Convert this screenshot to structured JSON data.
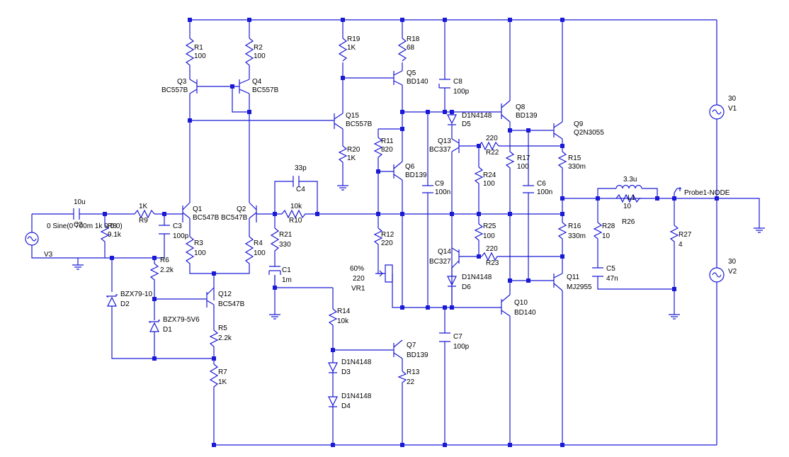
{
  "components": {
    "R1": {
      "ref": "R1",
      "val": "100"
    },
    "R2": {
      "ref": "R2",
      "val": "100"
    },
    "R3": {
      "ref": "R3",
      "val": "100"
    },
    "R4": {
      "ref": "R4",
      "val": "100"
    },
    "R5": {
      "ref": "R5",
      "val": "2.2k"
    },
    "R6": {
      "ref": "R6",
      "val": "2.2k"
    },
    "R7": {
      "ref": "R7",
      "val": "1K"
    },
    "R8": {
      "ref": "R8",
      "val": "9.1k"
    },
    "R9": {
      "ref": "R9",
      "val": "1K"
    },
    "R10": {
      "ref": "R10",
      "val": "10k"
    },
    "R11": {
      "ref": "R11",
      "val": "820"
    },
    "R12": {
      "ref": "R12",
      "val": "220"
    },
    "R13": {
      "ref": "R13",
      "val": "22"
    },
    "R14": {
      "ref": "R14",
      "val": "10k"
    },
    "R15": {
      "ref": "R15",
      "val": "330m"
    },
    "R16": {
      "ref": "R16",
      "val": "330m"
    },
    "R17": {
      "ref": "R17",
      "val": "100"
    },
    "R18": {
      "ref": "R18",
      "val": "68"
    },
    "R19": {
      "ref": "R19",
      "val": "1K"
    },
    "R20": {
      "ref": "R20",
      "val": "1K"
    },
    "R21": {
      "ref": "R21",
      "val": "330"
    },
    "R22": {
      "ref": "R22",
      "val": "220"
    },
    "R23": {
      "ref": "R23",
      "val": "220"
    },
    "R24": {
      "ref": "R24",
      "val": "100"
    },
    "R25": {
      "ref": "R25",
      "val": "100"
    },
    "R26": {
      "ref": "R26",
      "val": "10"
    },
    "R27": {
      "ref": "R27",
      "val": "4"
    },
    "R28": {
      "ref": "R28",
      "val": "10"
    },
    "C1": {
      "ref": "C1",
      "val": "1m"
    },
    "C2": {
      "ref": "C2",
      "val": "10u"
    },
    "C3": {
      "ref": "C3",
      "val": "100p"
    },
    "C4": {
      "ref": "C4",
      "val": "33p"
    },
    "C5": {
      "ref": "C5",
      "val": "47n"
    },
    "C6": {
      "ref": "C6",
      "val": "100n"
    },
    "C7": {
      "ref": "C7",
      "val": "100p"
    },
    "C8": {
      "ref": "C8",
      "val": "100p"
    },
    "C9": {
      "ref": "C9",
      "val": "100n"
    },
    "L1": {
      "ref": "L1",
      "val": "3.3u"
    },
    "Q1": {
      "ref": "Q1",
      "val": "BC547B"
    },
    "Q2": {
      "ref": "Q2",
      "val": "BC547B"
    },
    "Q3": {
      "ref": "Q3",
      "val": "BC557B"
    },
    "Q4": {
      "ref": "Q4",
      "val": "BC557B"
    },
    "Q5": {
      "ref": "Q5",
      "val": "BD140"
    },
    "Q6": {
      "ref": "Q6",
      "val": "BD139"
    },
    "Q7": {
      "ref": "Q7",
      "val": "BD139"
    },
    "Q8": {
      "ref": "Q8",
      "val": "BD139"
    },
    "Q9": {
      "ref": "Q9",
      "val": "Q2N3055"
    },
    "Q10": {
      "ref": "Q10",
      "val": "BD140"
    },
    "Q11": {
      "ref": "Q11",
      "val": "MJ2955"
    },
    "Q12": {
      "ref": "Q12",
      "val": "BC547B"
    },
    "Q13": {
      "ref": "Q13",
      "val": "BC337"
    },
    "Q14": {
      "ref": "Q14",
      "val": "BC327"
    },
    "Q15": {
      "ref": "Q15",
      "val": "BC557B"
    },
    "D1": {
      "ref": "D1",
      "val": "BZX79-5V6"
    },
    "D2": {
      "ref": "D2",
      "val": "BZX79-10"
    },
    "D3": {
      "ref": "D3",
      "val": "D1N4148"
    },
    "D4": {
      "ref": "D4",
      "val": "D1N4148"
    },
    "D5": {
      "ref": "D5",
      "val": "D1N4148"
    },
    "D6": {
      "ref": "D6",
      "val": "D1N4148"
    },
    "V1": {
      "ref": "V1",
      "val": "30"
    },
    "V2": {
      "ref": "V2",
      "val": "30"
    },
    "V3": {
      "ref": "V3",
      "val": "0 Sine(0 700m 1k 0 0 0)"
    },
    "VR1": {
      "ref": "VR1",
      "val": "220",
      "pos": "60%"
    }
  },
  "probe": {
    "label": "Probe1-NODE"
  }
}
